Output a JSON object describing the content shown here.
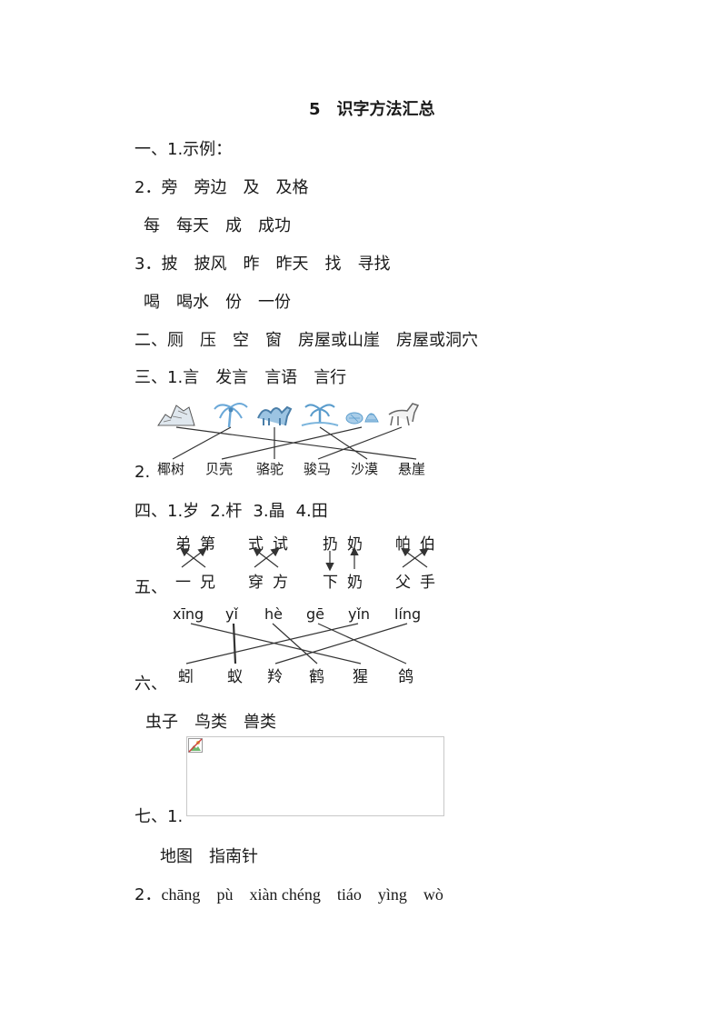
{
  "title": "5　识字方法汇总",
  "s1": {
    "q1": "一、1.示例：",
    "q2_row1": [
      "2．旁",
      "旁边",
      "及",
      "及格"
    ],
    "q2_row2": [
      "每",
      "每天",
      "成",
      "成功"
    ],
    "q3_row1": [
      "3．披",
      "披风",
      "昨",
      "昨天",
      "找",
      "寻找"
    ],
    "q3_row2": [
      "喝",
      "喝水",
      "份",
      "一份"
    ]
  },
  "s2": {
    "label": "二、",
    "items": [
      "厕",
      "压",
      "空",
      "窗",
      "房屋或山崖",
      "房屋或洞穴"
    ]
  },
  "s3": {
    "q1": [
      "三、1.言",
      "发言",
      "言语",
      "言行"
    ],
    "q2_label": "2.",
    "words": [
      "椰树",
      "贝壳",
      "骆驼",
      "骏马",
      "沙漠",
      "悬崖"
    ],
    "pictures": [
      "cliff-icon",
      "coconut-tree-icon",
      "camel-icon",
      "palm-desert-icon",
      "shells-icon",
      "horse-icon"
    ]
  },
  "s4": {
    "label": "四、",
    "answers": [
      "1.岁",
      "2.杆",
      "3.晶",
      "4.田"
    ]
  },
  "s5": {
    "label": "五、",
    "top": [
      "弟",
      "第",
      "式",
      "试",
      "扔",
      "奶",
      "帕",
      "伯"
    ],
    "bottom": [
      "一",
      "兄",
      "穿",
      "方",
      "下",
      "奶",
      "父",
      "手"
    ]
  },
  "s6": {
    "label": "六、",
    "pinyin": [
      "xīng",
      "yǐ",
      "hè",
      "gē",
      "yǐn",
      "líng"
    ],
    "chars": [
      "蚓",
      "蚁",
      "羚",
      "鹤",
      "猩",
      "鸽"
    ],
    "categories": [
      "虫子",
      "鸟类",
      "兽类"
    ]
  },
  "s7": {
    "label": "七、1.",
    "answers": [
      "地图",
      "指南针"
    ],
    "q2_label": "2．",
    "q2_pinyin": [
      "chāng",
      "pù",
      "xiàn chéng",
      "tiáo",
      "yìng",
      "wò"
    ]
  },
  "colors": {
    "text": "#1a1a1a",
    "picture_blue": "#6aa8d8",
    "frame": "#c8c8c8"
  }
}
